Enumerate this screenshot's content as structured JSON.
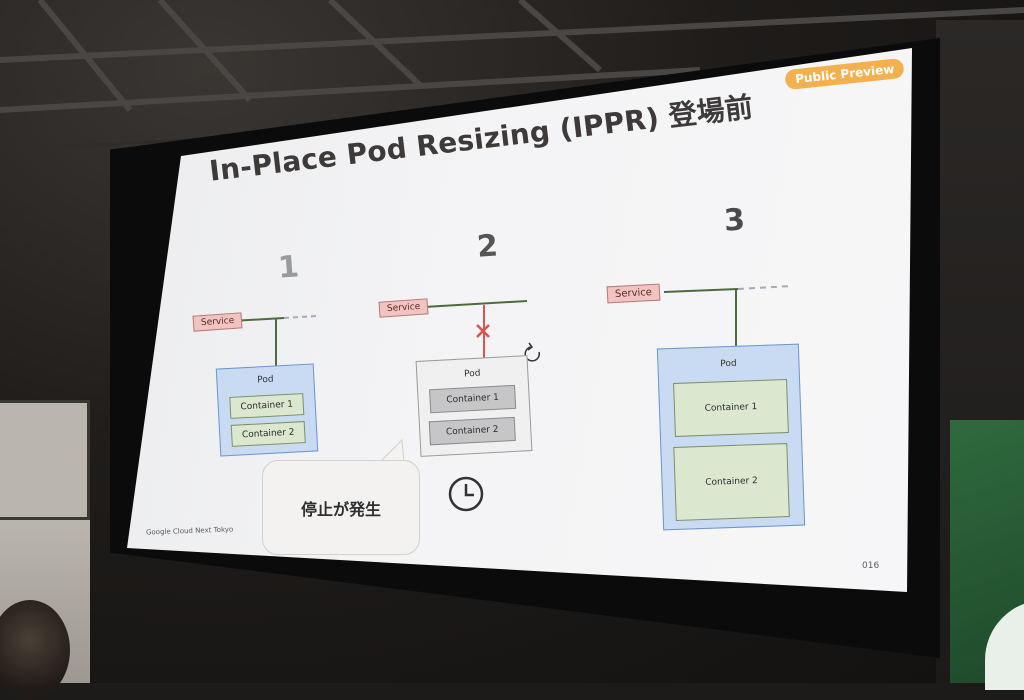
{
  "slide": {
    "badge": "Public Preview",
    "title": "In-Place Pod Resizing (IPPR) 登場前",
    "footer_brand": "Google Cloud Next Tokyo",
    "page_number": "016",
    "steps": [
      {
        "number": "1",
        "service_label": "Service",
        "pod_label": "Pod",
        "containers": [
          "Container 1",
          "Container 2"
        ]
      },
      {
        "number": "2",
        "service_label": "Service",
        "pod_label": "Pod",
        "containers": [
          "Container 1",
          "Container 2"
        ],
        "callout": "停止が発生",
        "icons": [
          "restart-icon",
          "clock-icon",
          "x-mark-icon"
        ]
      },
      {
        "number": "3",
        "service_label": "Service",
        "pod_label": "Pod",
        "containers": [
          "Container 1",
          "Container 2"
        ]
      }
    ]
  },
  "colors": {
    "badge": "#f2b14e",
    "service_fill": "#f1c3c1",
    "pod_fill": "#c9dbf2",
    "container_fill": "#dbe7cf",
    "connection_line": "#4f6b3d",
    "broken_line": "#d9534f"
  }
}
